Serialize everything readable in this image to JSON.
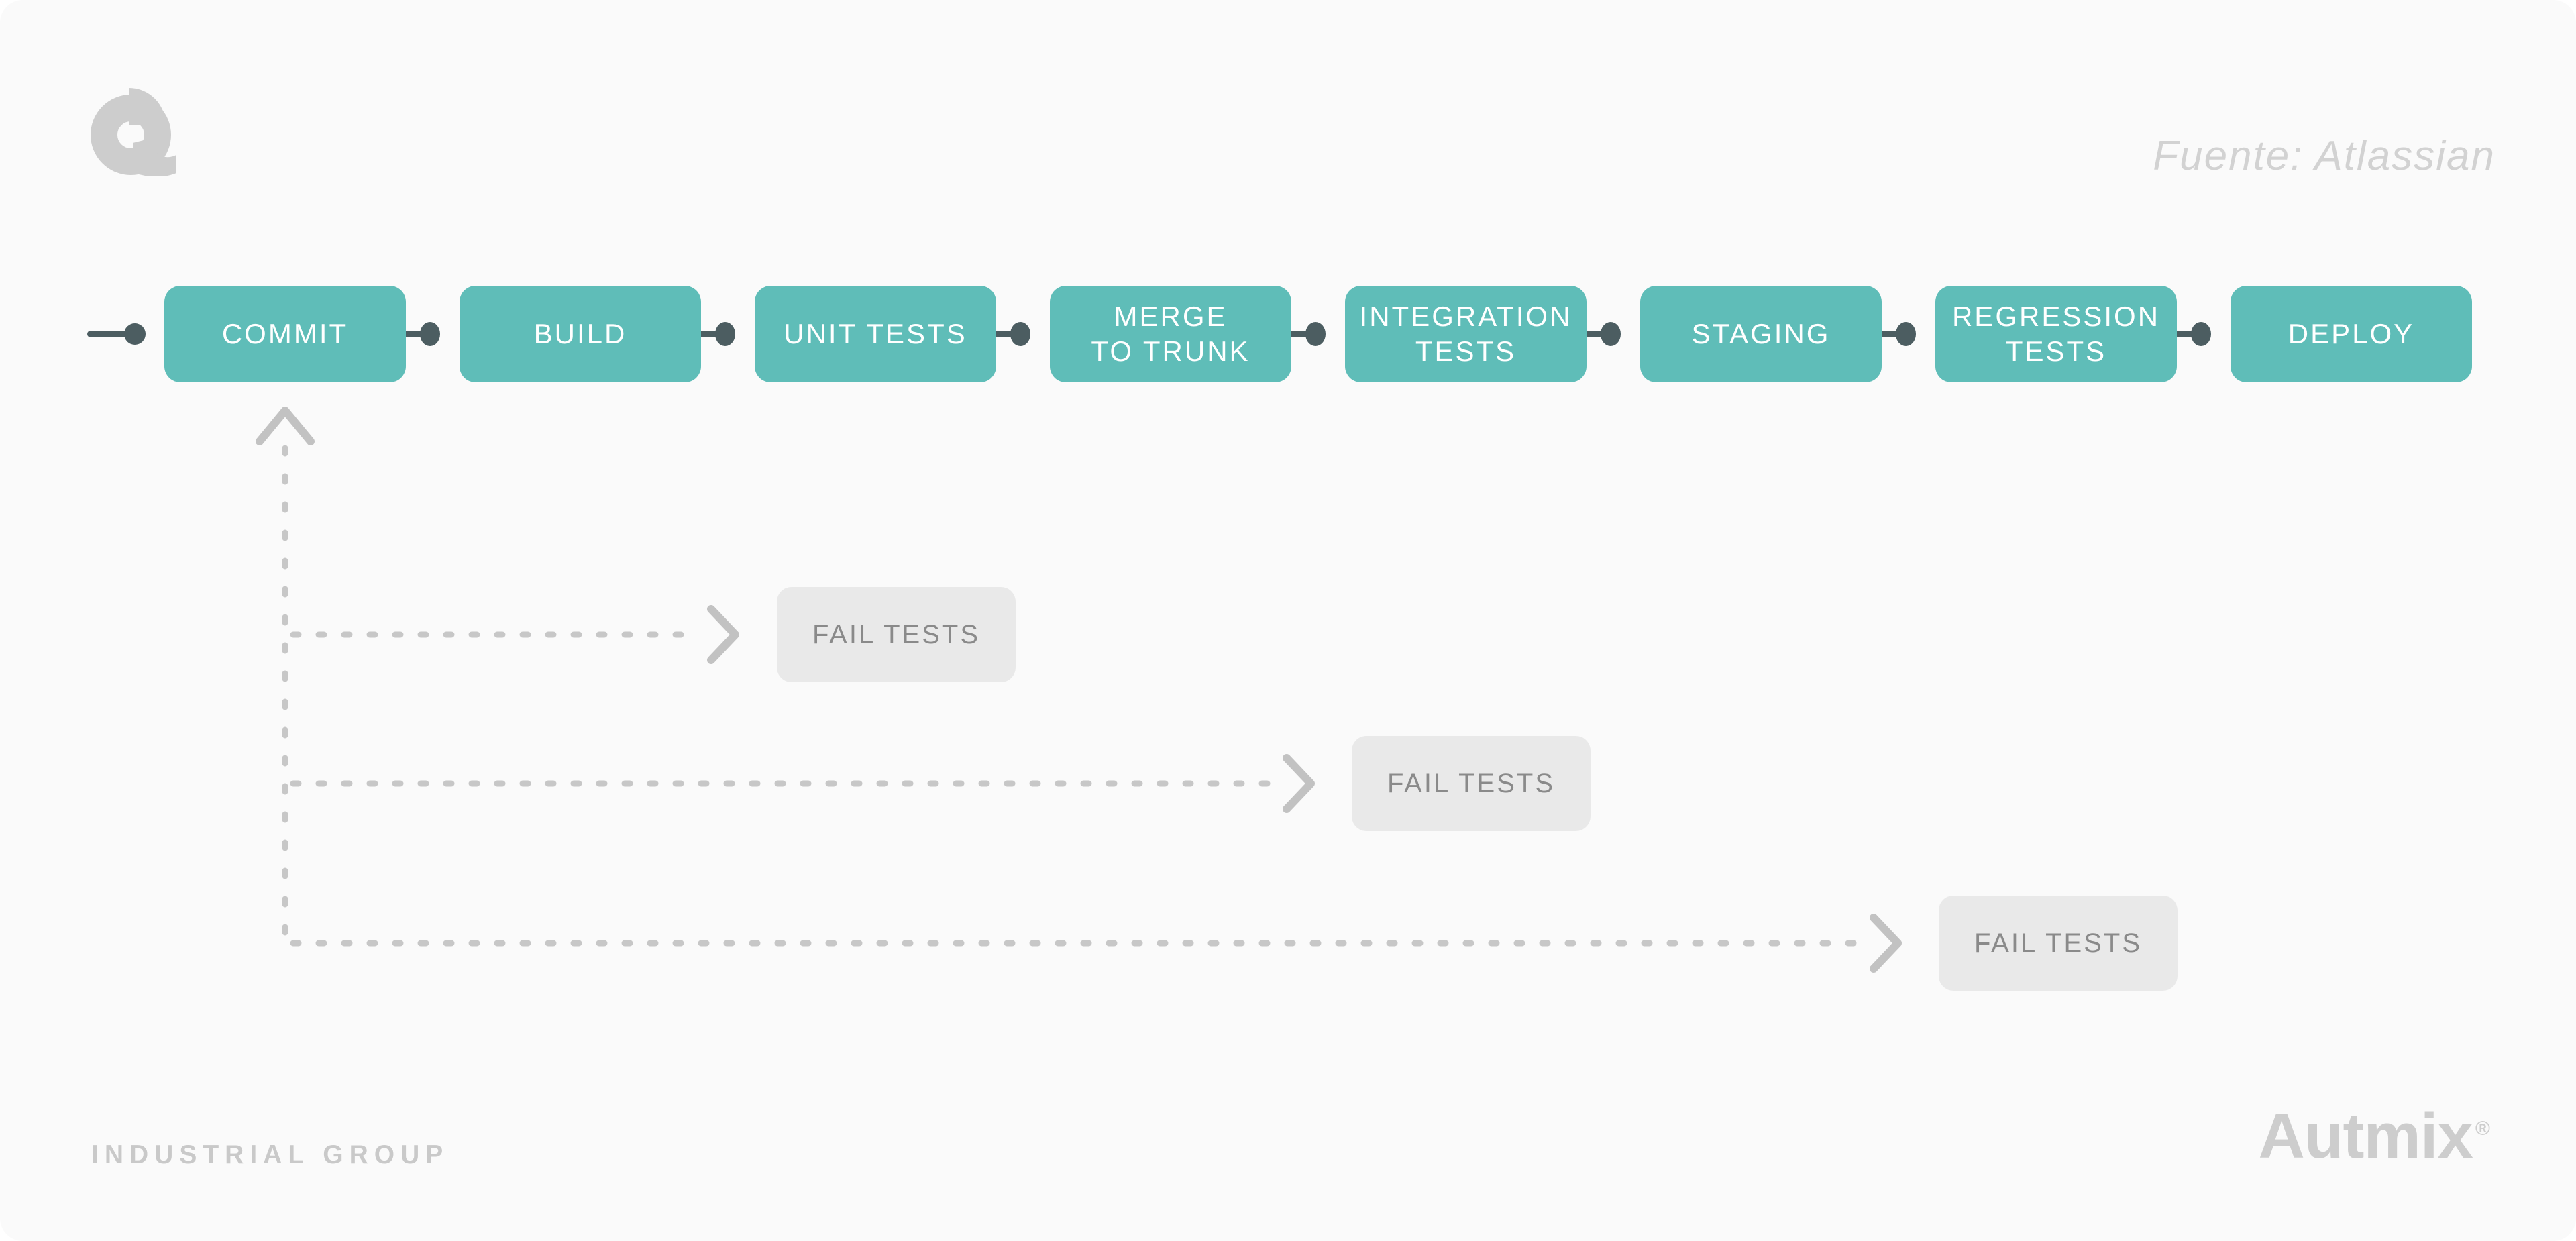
{
  "header": {
    "source_note": "Fuente: Atlassian"
  },
  "brand": {
    "logo_icon": "autmix-a-monogram",
    "wordmark": "Autmix",
    "registered_mark": "®",
    "tagline": "INDUSTRIAL GROUP"
  },
  "pipeline": {
    "type": "flow-diagram",
    "direction": "left-to-right",
    "stages": [
      {
        "id": "commit",
        "label": "COMMIT"
      },
      {
        "id": "build",
        "label": "BUILD"
      },
      {
        "id": "unit-tests",
        "label": "UNIT TESTS"
      },
      {
        "id": "merge-to-trunk",
        "label": "MERGE\nTO TRUNK"
      },
      {
        "id": "integration-tests",
        "label": "INTEGRATION\nTESTS"
      },
      {
        "id": "staging",
        "label": "STAGING"
      },
      {
        "id": "regression-tests",
        "label": "REGRESSION\nTESTS"
      },
      {
        "id": "deploy",
        "label": "DEPLOY"
      }
    ],
    "fail_branches": [
      {
        "label": "FAIL TESTS",
        "returns_to": "COMMIT",
        "line_style": "dashed"
      },
      {
        "label": "FAIL TESTS",
        "returns_to": "COMMIT",
        "line_style": "dashed"
      },
      {
        "label": "FAIL TESTS",
        "returns_to": "COMMIT",
        "line_style": "dashed"
      }
    ]
  },
  "colors": {
    "accent_teal": "#5FBDB8",
    "connector_slate": "#4C5D61",
    "dashed_gray": "#C7C7C7",
    "fail_box_bg": "#E9E9E9",
    "fail_box_text": "#8A8A8A",
    "background": "#FAFAFA",
    "muted_text": "#D2D2D2",
    "brand_gray": "#CDCDCD"
  }
}
